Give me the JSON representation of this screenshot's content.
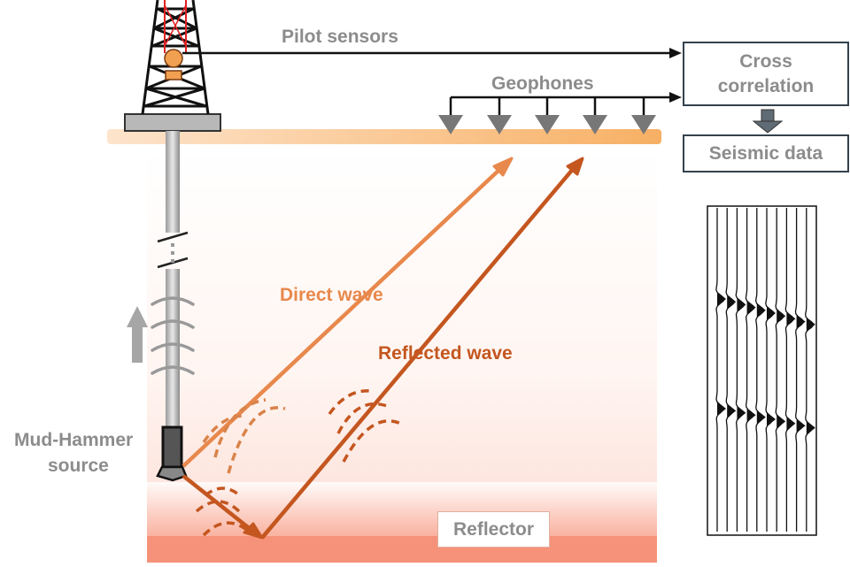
{
  "labels": {
    "pilot_sensors": "Pilot sensors",
    "geophones": "Geophones",
    "cross_correlation_line1": "Cross",
    "cross_correlation_line2": "correlation",
    "seismic_data": "Seismic data",
    "direct_wave": "Direct wave",
    "reflected_wave": "Reflected wave",
    "mud_hammer_line1": "Mud-Hammer",
    "mud_hammer_line2": "source",
    "reflector": "Reflector"
  },
  "colors": {
    "direct_wave": "#e8884c",
    "reflected_wave": "#c4561f",
    "label_gray": "#8c8c8c",
    "box_border": "#33414c",
    "surface": "#f9c89a",
    "reflector_layer": "#f7927a",
    "arrow_dark": "#222222"
  },
  "icons": {
    "rig": "drilling-rig-icon",
    "geophone": "geophone-icon",
    "hammer": "mud-hammer-icon",
    "seismogram": "seismic-traces-icon"
  },
  "geophones_count": 5,
  "seismic_trace_count": 10
}
